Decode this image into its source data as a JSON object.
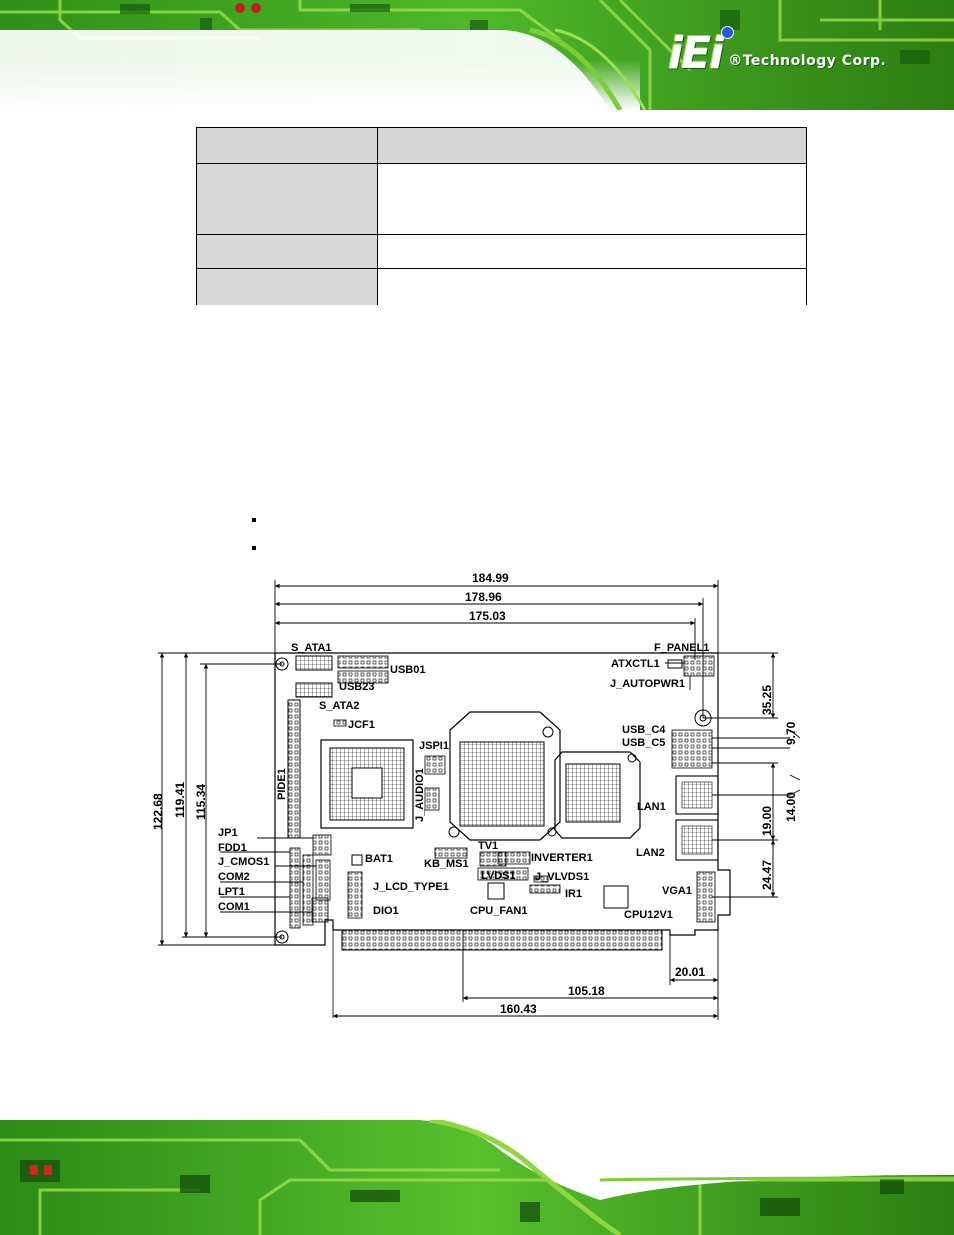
{
  "brand": {
    "logo_text": "iEi",
    "company": "®Technology Corp."
  },
  "colors": {
    "pcb_green": "#3fa81c",
    "pcb_light": "#8fd640",
    "pcb_dark": "#15480d",
    "table_header": "#d6d6d6"
  },
  "table": {
    "rows": [
      {
        "key": "",
        "value": ""
      },
      {
        "key": "",
        "value": ""
      },
      {
        "key": "",
        "value": ""
      },
      {
        "key": "",
        "value": ""
      }
    ]
  },
  "bullets": [
    "",
    ""
  ],
  "diagram": {
    "connectors": {
      "s_ata1": "S_ATA1",
      "usb01": "USB01",
      "usb23": "USB23",
      "s_ata2": "S_ATA2",
      "jcf1": "JCF1",
      "jspi1": "JSPI1",
      "pide1": "PIDE1",
      "j_audio1": "J_AUDIO1",
      "jp1": "JP1",
      "fdd1": "FDD1",
      "j_cmos1": "J_CMOS1",
      "com2": "COM2",
      "lpt1": "LPT1",
      "com1": "COM1",
      "bat1": "BAT1",
      "kb_ms1": "KB_MS1",
      "tv1": "TV1",
      "inverter1": "INVERTER1",
      "lvds1": "LVDS1",
      "j_vlvds1": "J_VLVDS1",
      "j_lcd_type1": "J_LCD_TYPE1",
      "ir1": "IR1",
      "dio1": "DIO1",
      "cpu_fan1": "CPU_FAN1",
      "cpu12v1": "CPU12V1",
      "f_panel1": "F_PANEL1",
      "atxctl1": "ATXCTL1",
      "j_autopwr1": "J_AUTOPWR1",
      "usb_c4": "USB_C4",
      "usb_c5": "USB_C5",
      "lan1": "LAN1",
      "lan2": "LAN2",
      "vga1": "VGA1"
    },
    "dimensions": {
      "width_total": "184.99",
      "width_2": "178.96",
      "width_3": "175.03",
      "height_total": "122.68",
      "height_2": "119.41",
      "height_3": "115.34",
      "right_1": "35.25",
      "right_2": "9.70",
      "right_3": "14.00",
      "right_4": "19.00",
      "right_5": "24.47",
      "bottom_1": "20.01",
      "bottom_2": "105.18",
      "bottom_3": "160.43"
    }
  }
}
